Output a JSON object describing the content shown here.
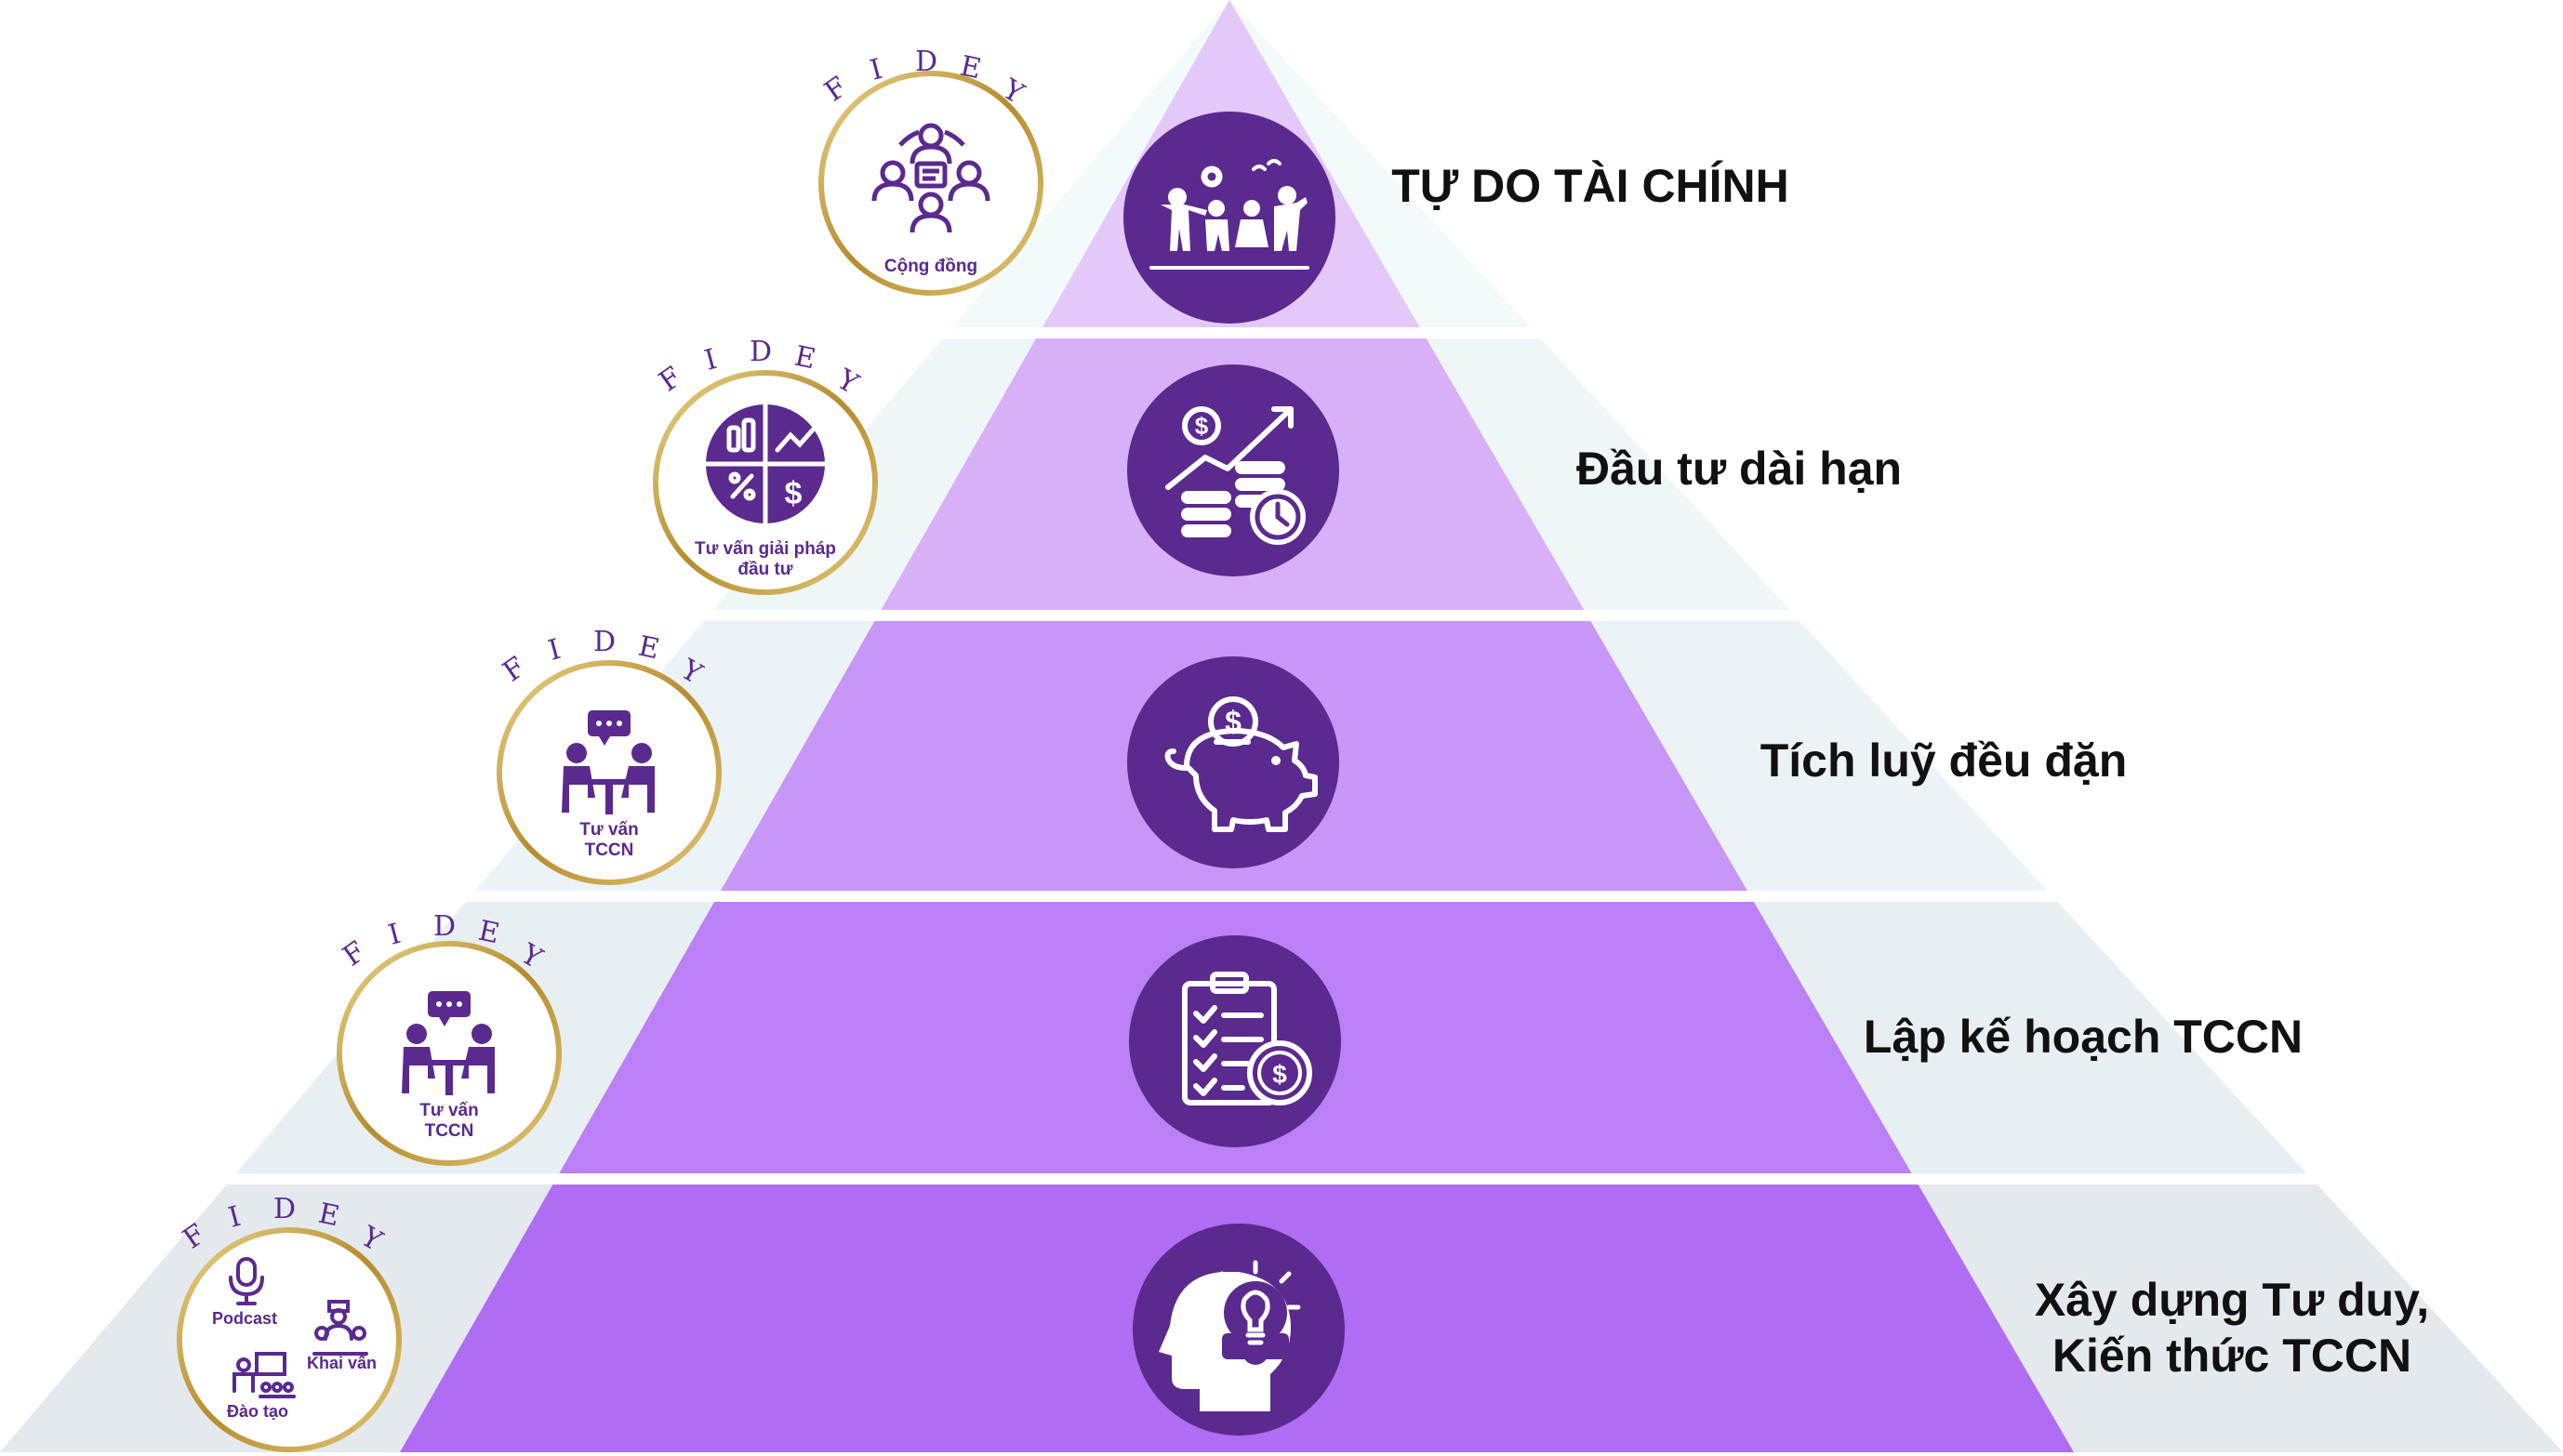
{
  "brand": "FIDEY",
  "levels": [
    {
      "label": "TỰ DO TÀI CHÍNH",
      "center_icon": "family-freedom-icon"
    },
    {
      "label": "Đầu tư dài hạn",
      "center_icon": "coins-growth-icon"
    },
    {
      "label": "Tích luỹ đều đặn",
      "center_icon": "piggy-bank-icon"
    },
    {
      "label": "Lập kế hoạch TCCN",
      "center_icon": "clipboard-plan-icon"
    },
    {
      "label_line1": "Xây dựng Tư duy,",
      "label_line2": "Kiến thức TCCN",
      "center_icon": "mind-gear-icon"
    }
  ],
  "badges": [
    {
      "icon": "community-icon",
      "caption": "Cộng đồng"
    },
    {
      "icon": "investment-quadrant-icon",
      "caption_line1": "Tư vấn giải pháp",
      "caption_line2": "đầu tư"
    },
    {
      "icon": "consulting-icon",
      "caption_line1": "Tư vấn",
      "caption_line2": "TCCN"
    },
    {
      "icon": "consulting-icon",
      "caption_line1": "Tư vấn",
      "caption_line2": "TCCN"
    },
    {
      "items": [
        {
          "icon": "podcast-mic-icon",
          "caption": "Podcast"
        },
        {
          "icon": "coaching-icon",
          "caption": "Khai vấn"
        },
        {
          "icon": "training-icon",
          "caption": "Đào tạo"
        }
      ]
    }
  ],
  "colors": {
    "icon_circle": "#5a2a8e",
    "badge_ring": "#c9a648",
    "badge_text": "#5a2a8e",
    "band_fills": [
      "#e4c8fa",
      "#d8b0f8",
      "#c896f6",
      "#bb80f6",
      "#b06cf2"
    ],
    "side_fills": [
      "#f3fafb",
      "#eef6f8",
      "#ebf3f6",
      "#e8eff3",
      "#e4e9ee"
    ]
  }
}
